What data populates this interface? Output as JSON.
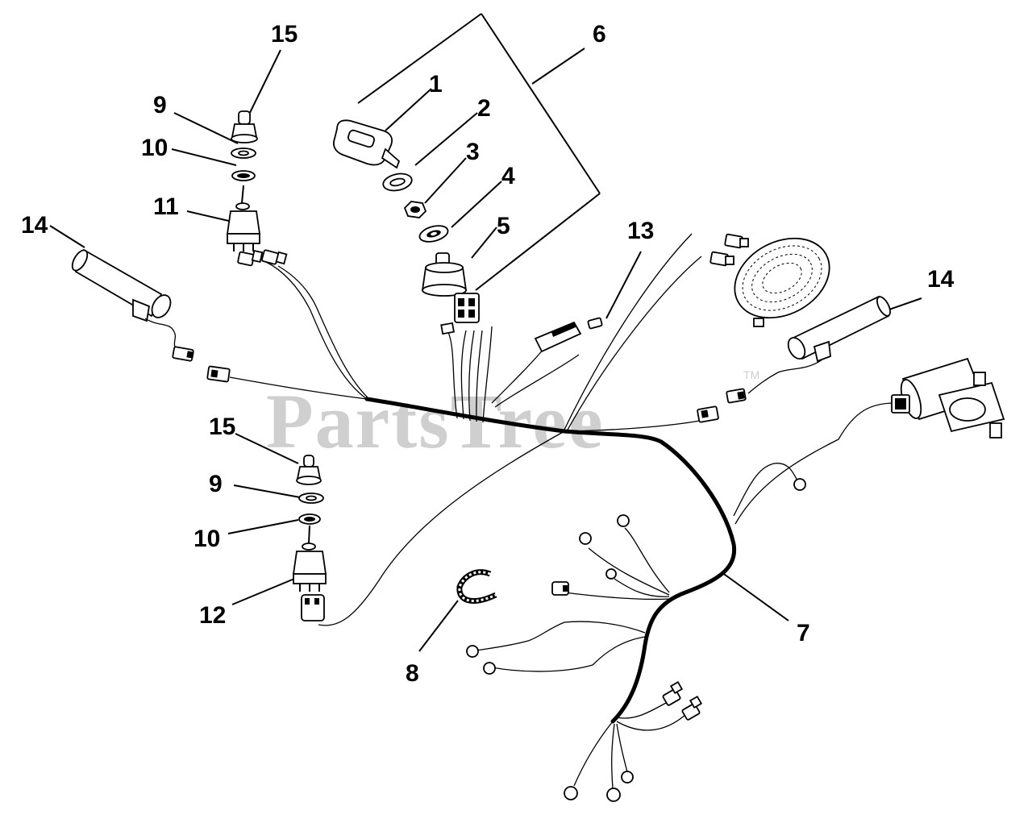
{
  "watermark": {
    "text": "PartsTree",
    "tm": "TM"
  },
  "callouts": [
    {
      "id": "c15a",
      "label": "15"
    },
    {
      "id": "c9a",
      "label": "9"
    },
    {
      "id": "c10a",
      "label": "10"
    },
    {
      "id": "c11",
      "label": "11"
    },
    {
      "id": "c14a",
      "label": "14"
    },
    {
      "id": "c1",
      "label": "1"
    },
    {
      "id": "c2",
      "label": "2"
    },
    {
      "id": "c3",
      "label": "3"
    },
    {
      "id": "c4",
      "label": "4"
    },
    {
      "id": "c5",
      "label": "5"
    },
    {
      "id": "c6",
      "label": "6"
    },
    {
      "id": "c13",
      "label": "13"
    },
    {
      "id": "c14b",
      "label": "14"
    },
    {
      "id": "c15b",
      "label": "15"
    },
    {
      "id": "c9b",
      "label": "9"
    },
    {
      "id": "c10b",
      "label": "10"
    },
    {
      "id": "c12",
      "label": "12"
    },
    {
      "id": "c8",
      "label": "8"
    },
    {
      "id": "c7",
      "label": "7"
    }
  ]
}
